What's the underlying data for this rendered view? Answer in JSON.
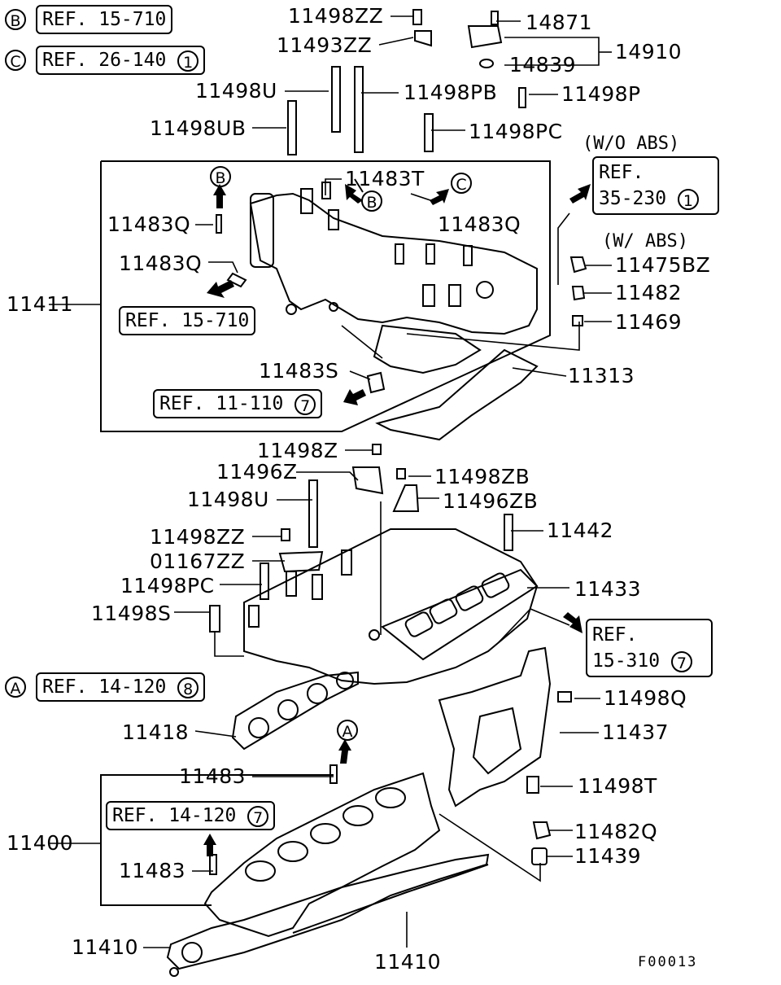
{
  "legend": [
    {
      "marker": "B",
      "ref": "REF. 15-710",
      "circled": ""
    },
    {
      "marker": "C",
      "ref": "REF. 26-140",
      "circled": "1"
    },
    {
      "marker": "A",
      "ref": "REF. 14-120",
      "circled": "8"
    }
  ],
  "parts": {
    "p11498ZZ_top": "11498ZZ",
    "p11493ZZ": "11493ZZ",
    "p14871": "14871",
    "p14910": "14910",
    "p14839": "14839",
    "p11498U_top": "11498U",
    "p11498PB": "11498PB",
    "p11498P": "11498P",
    "p11498UB": "11498UB",
    "p11498PC_top": "11498PC",
    "p11483T": "11483T",
    "p11483Q_a": "11483Q",
    "p11483Q_b": "11483Q",
    "p11483Q_c": "11483Q",
    "p11411": "11411",
    "p11475BZ": "11475BZ",
    "p11482": "11482",
    "p11469": "11469",
    "p11483S": "11483S",
    "p11313": "11313",
    "p11498Z": "11498Z",
    "p11496Z": "11496Z",
    "p11498ZB": "11498ZB",
    "p11498U_mid": "11498U",
    "p11496ZB": "11496ZB",
    "p11442": "11442",
    "p11498ZZ_mid": "11498ZZ",
    "p01167ZZ": "01167ZZ",
    "p11433": "11433",
    "p11498PC_mid": "11498PC",
    "p11498S": "11498S",
    "p11498Q": "11498Q",
    "p11418": "11418",
    "p11437": "11437",
    "p11483_a": "11483",
    "p11498T": "11498T",
    "p11400": "11400",
    "p11482Q": "11482Q",
    "p11483_b": "11483",
    "p11439": "11439",
    "p11410_a": "11410",
    "p11410_b": "11410"
  },
  "refs": {
    "r_15710": "REF. 15-710",
    "r_11110": "REF. 11-110",
    "r_11110_num": "7",
    "r_35230_l1": "REF.",
    "r_35230_l2": "35-230",
    "r_35230_num": "1",
    "r_15310_l1": "REF.",
    "r_15310_l2": "15-310",
    "r_15310_num": "7",
    "r_14120": "REF. 14-120",
    "r_14120_num": "7"
  },
  "notes": {
    "wo_abs": "(W/O  ABS)",
    "w_abs": "(W/  ABS)"
  },
  "callouts": {
    "B": "B",
    "C": "C",
    "A": "A"
  },
  "figure_code": "F00013"
}
